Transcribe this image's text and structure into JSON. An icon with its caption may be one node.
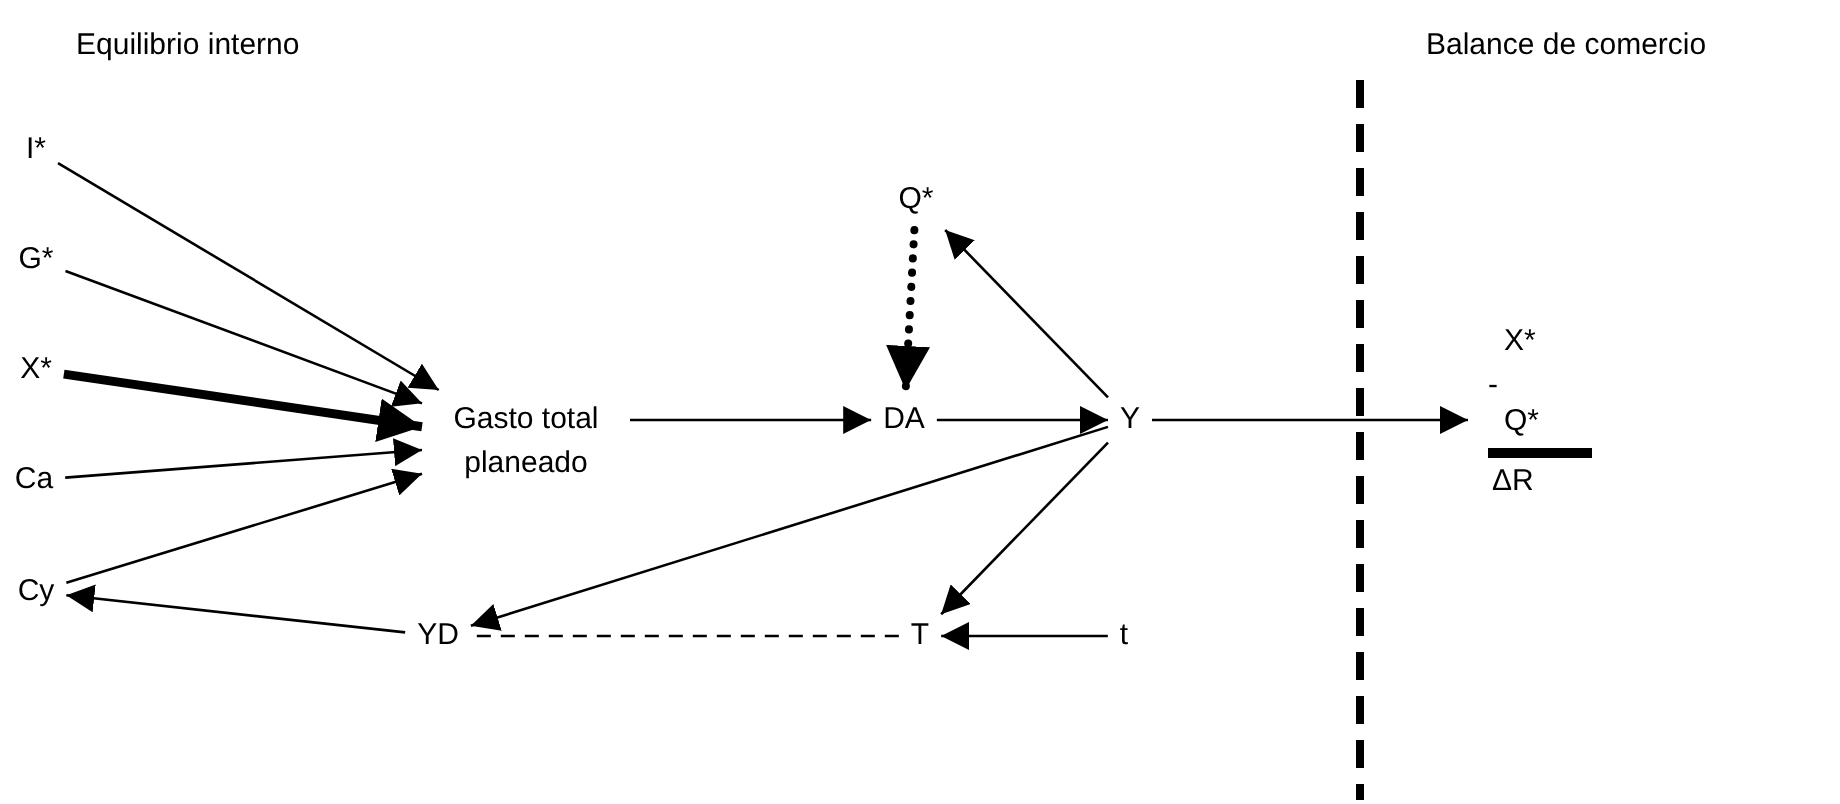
{
  "diagram": {
    "nodes": [
      {
        "text": [
          "I*"
        ]
      },
      {
        "text": [
          "G*"
        ]
      },
      {
        "text": [
          "X*"
        ]
      },
      {
        "text": [
          "Ca"
        ]
      },
      {
        "text": [
          "Cy"
        ]
      },
      {
        "text": [
          "Gasto total planeado"
        ]
      },
      {
        "text": [
          "DA"
        ]
      },
      {
        "text": [
          "Y"
        ]
      },
      {
        "text": [
          "Q*"
        ]
      },
      {
        "text": [
          "YD"
        ]
      },
      {
        "text": [
          "T"
        ]
      },
      {
        "text": [
          "t"
        ]
      },
      {
        "text": [
          "X*",
          "-",
          "Q*",
          "ΔR"
        ]
      }
    ],
    "edges": [
      {
        "from": 0,
        "to": 5,
        "arrow": "to"
      },
      {
        "from": 1,
        "to": 5,
        "arrow": "to"
      },
      {
        "from": 2,
        "to": 5,
        "arrow": "to",
        "style": "thick"
      },
      {
        "from": 3,
        "to": 5,
        "arrow": "to"
      },
      {
        "from": 4,
        "to": 5,
        "arrow": "to"
      },
      {
        "from": 5,
        "to": 6,
        "arrow": "to"
      },
      {
        "from": 8,
        "to": 6,
        "arrow": "to",
        "style": "dashed"
      },
      {
        "from": 6,
        "to": 7,
        "arrow": "to"
      },
      {
        "from": 7,
        "to": 8,
        "arrow": "to"
      },
      {
        "from": 7,
        "to": 12,
        "arrow": "to"
      },
      {
        "from": 7,
        "to": 9,
        "arrow": "to"
      },
      {
        "from": 7,
        "to": 10,
        "arrow": "to"
      },
      {
        "from": 11,
        "to": 10,
        "arrow": "to"
      },
      {
        "from": 10,
        "to": 9,
        "arrow": "none",
        "style": "dashed"
      },
      {
        "from": 9,
        "to": 4,
        "arrow": "to"
      }
    ],
    "labels": [
      "Equilibrio interno",
      "Balance de comercio"
    ]
  }
}
